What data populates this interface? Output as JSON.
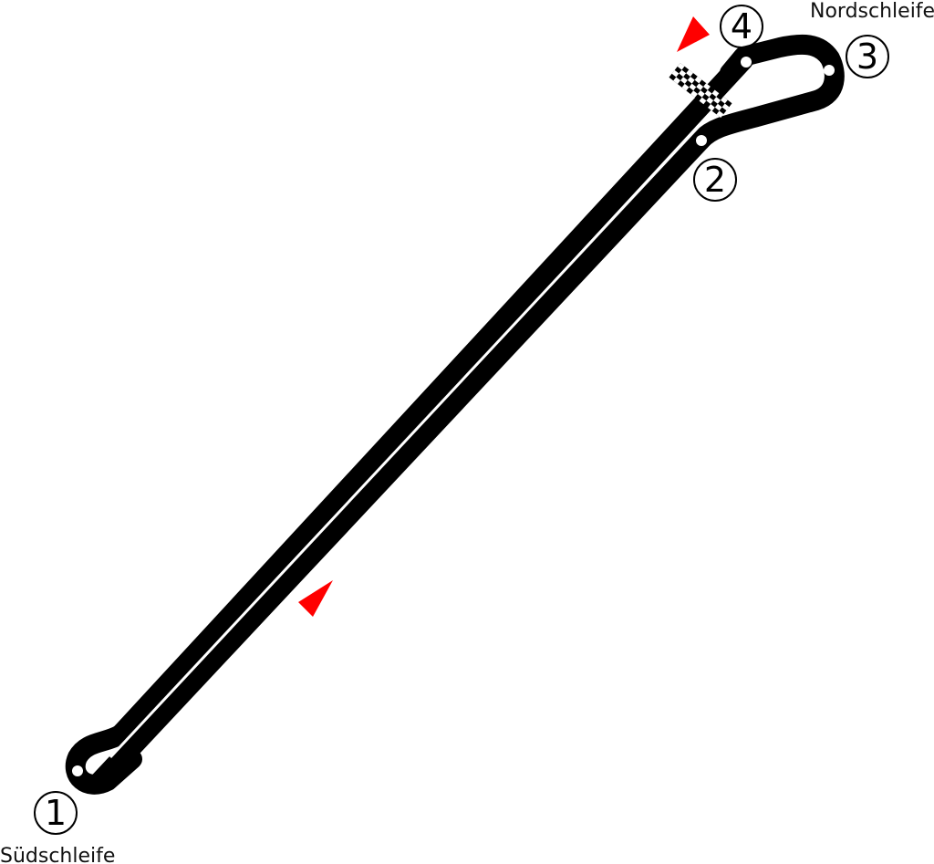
{
  "colors": {
    "track": "#000000",
    "centerline": "#ffffff",
    "apex": "#ffffff",
    "direction_arrow": "#ff0000",
    "background": "#ffffff"
  },
  "labels": {
    "north_loop": "Nordschleife",
    "south_loop": "Südschleife"
  },
  "corners": [
    "1",
    "2",
    "3",
    "4"
  ],
  "markers": {
    "finish_line": "checkered-flag-line",
    "direction": "direction-arrow"
  }
}
